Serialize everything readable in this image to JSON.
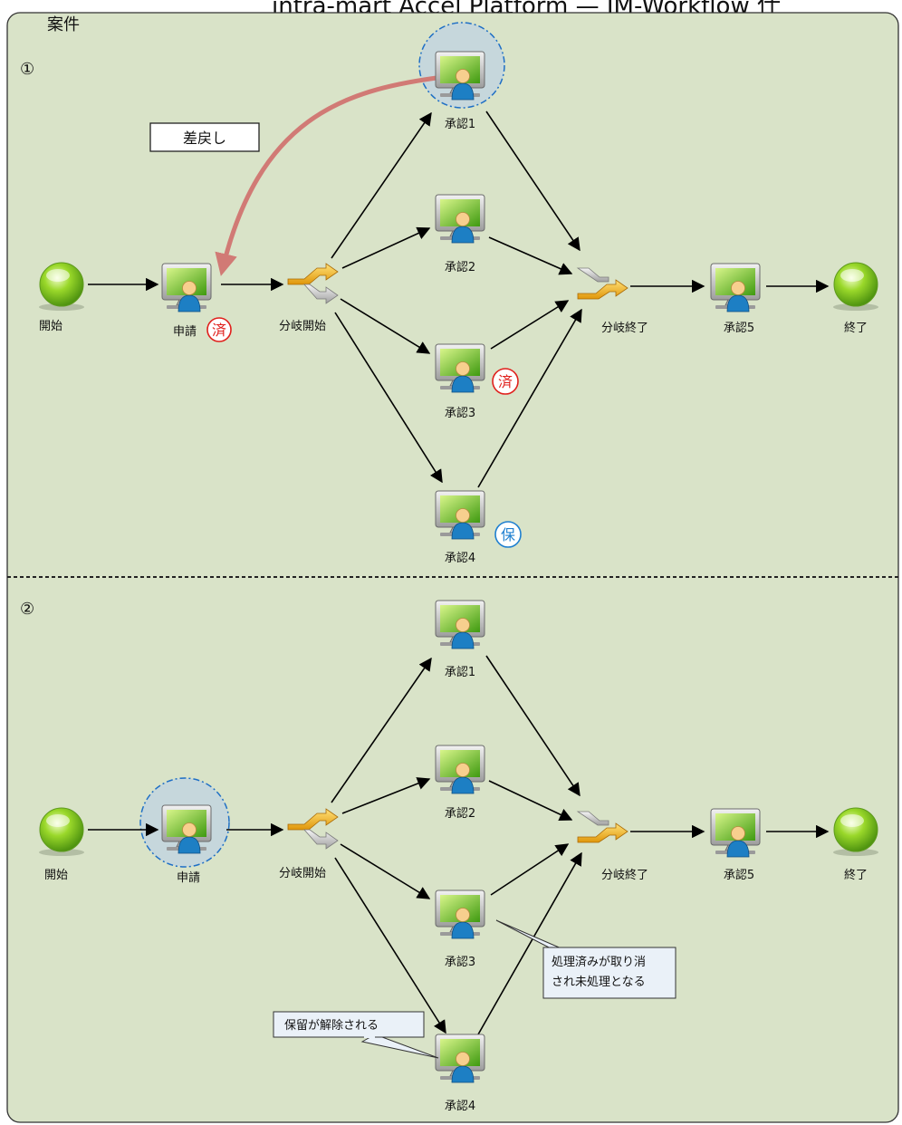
{
  "page_header": "intra-mart Accel Platform — IM-Workflow 仕",
  "panel_title": "案件",
  "sections": [
    {
      "marker": "①",
      "sendback_label": "差戻し",
      "nodes": {
        "start": "開始",
        "apply": "申請",
        "branch_start": "分岐開始",
        "approve1": "承認1",
        "approve2": "承認2",
        "approve3": "承認3",
        "approve4": "承認4",
        "branch_end": "分岐終了",
        "approve5": "承認5",
        "end": "終了"
      },
      "stamps": {
        "apply": "済",
        "approve3": "済",
        "approve4": "保"
      }
    },
    {
      "marker": "②",
      "nodes": {
        "start": "開始",
        "apply": "申請",
        "branch_start": "分岐開始",
        "approve1": "承認1",
        "approve2": "承認2",
        "approve3": "承認3",
        "approve4": "承認4",
        "branch_end": "分岐終了",
        "approve5": "承認5",
        "end": "終了"
      },
      "callouts": {
        "approve3_line1": "処理済みが取り消",
        "approve3_line2": "され未処理となる",
        "approve4": "保留が解除される"
      }
    }
  ],
  "colors": {
    "panel_bg": "#d9e3c8",
    "stamp_done": "#e0201c",
    "stamp_hold": "#1e7fd0",
    "sendback_arrow": "#d17a75",
    "highlight_ring": "#1f6fc5"
  }
}
